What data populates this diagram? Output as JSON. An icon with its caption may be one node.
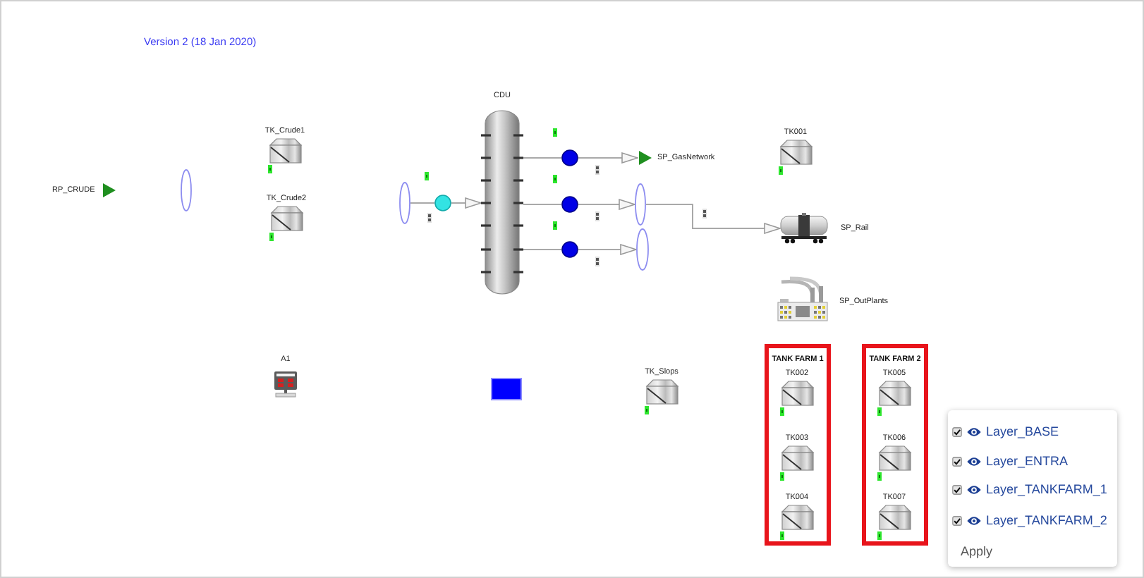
{
  "diagram": {
    "title": "Version 2 (18 Jan 2020)",
    "nodes": [
      {
        "text": [],
        "shape": "triangle",
        "beside": [
          "RP_CRUDE"
        ]
      },
      {
        "text": [],
        "shape": "ellipse"
      },
      {
        "text": [
          "TK_Crude1"
        ]
      },
      {
        "text": [
          "TK_Crude2"
        ]
      },
      {
        "text": [],
        "shape": "ellipse"
      },
      {
        "text": [],
        "shape": "circle"
      },
      {
        "text": [
          "CDU"
        ]
      },
      {
        "text": [],
        "shape": "circle"
      },
      {
        "text": [],
        "shape": "triangle",
        "beside": [
          "SP_GasNetwork"
        ]
      },
      {
        "text": [
          "TK001"
        ]
      },
      {
        "text": [],
        "shape": "circle"
      },
      {
        "text": [],
        "shape": "ellipse"
      },
      {
        "text": [],
        "shape": "circle"
      },
      {
        "text": [],
        "shape": "ellipse"
      },
      {
        "text": [],
        "shape": "picture",
        "beside": [
          "SP_Rail"
        ]
      },
      {
        "text": [],
        "shape": "picture",
        "beside": [
          "SP_OutPlants"
        ]
      },
      {
        "text": [
          "A1"
        ]
      },
      {
        "text": [],
        "shape": "box"
      },
      {
        "text": [
          "TK_Slops"
        ]
      },
      {
        "text": [
          "TANK FARM 1"
        ]
      },
      {
        "text": [
          "TK002"
        ],
        "in": 19
      },
      {
        "text": [
          "TK003"
        ],
        "in": 19
      },
      {
        "text": [
          "TK004"
        ],
        "in": 19
      },
      {
        "text": [
          "TANK FARM 2"
        ]
      },
      {
        "text": [
          "TK005"
        ],
        "in": 23
      },
      {
        "text": [
          "TK006"
        ],
        "in": 23
      },
      {
        "text": [
          "TK007"
        ],
        "in": 23
      }
    ],
    "edges": [
      {
        "from": 4,
        "to": 5,
        "arrow": "none"
      },
      {
        "from": 5,
        "to": 6,
        "arrow": "to"
      },
      {
        "from": 6,
        "to": 7,
        "arrow": "none"
      },
      {
        "from": 7,
        "to": 8,
        "arrow": "to"
      },
      {
        "from": 6,
        "to": 10,
        "arrow": "none"
      },
      {
        "from": 10,
        "to": 11,
        "arrow": "to"
      },
      {
        "from": 11,
        "to": 14,
        "arrow": "to"
      },
      {
        "from": 6,
        "to": 12,
        "arrow": "none"
      },
      {
        "from": 12,
        "to": 13,
        "arrow": "to"
      }
    ],
    "labels": [
      "Layer_BASE",
      "Layer_ENTRA",
      "Layer_TANKFARM_1",
      "Layer_TANKFARM_2",
      "Apply"
    ]
  }
}
